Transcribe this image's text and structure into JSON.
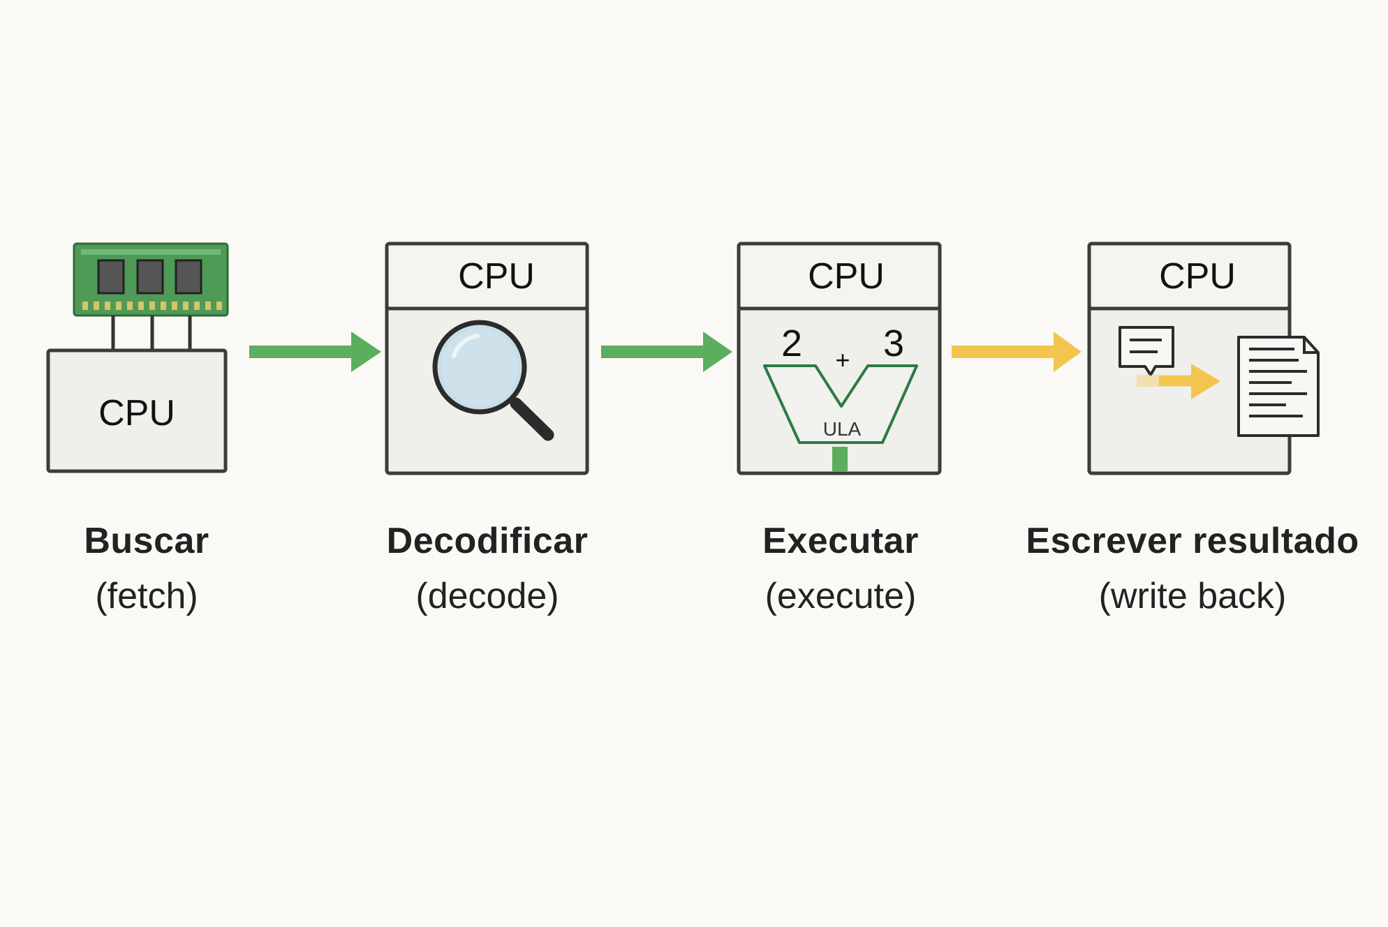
{
  "colors": {
    "background": "#fbf9f5",
    "box_fill": "#efefeb",
    "box_stroke": "#3c3c3c",
    "arrow_green": "#5aae5e",
    "arrow_yellow": "#f2c54e",
    "ram_board": "#4f9a57"
  },
  "box_label": "CPU",
  "stages": [
    {
      "title": "Buscar",
      "subtitle": "(fetch)",
      "icon": "ram-module-icon"
    },
    {
      "title": "Decodificar",
      "subtitle": "(decode)",
      "icon": "magnifier-icon"
    },
    {
      "title": "Executar",
      "subtitle": "(execute)",
      "icon": "alu-icon"
    },
    {
      "title": "Escrever resultado",
      "subtitle": "(write back)",
      "icon": "write-back-icon"
    }
  ],
  "alu": {
    "operand_a": "2",
    "operator": "+",
    "operand_b": "3",
    "label": "ULA"
  }
}
